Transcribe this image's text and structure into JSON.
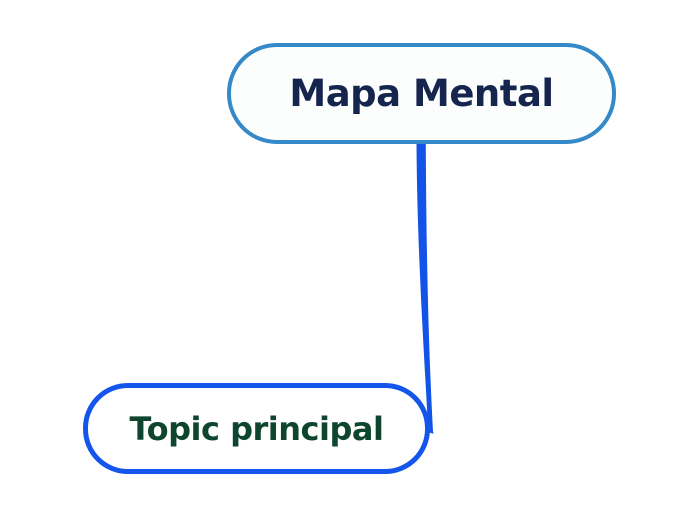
{
  "canvas": {
    "background_color": "#FFFFFF"
  },
  "nodes": {
    "root": {
      "label": "Mapa Mental",
      "text_color": "#16254E",
      "border_color": "#3589C8",
      "fill_color": "#FBFEFD"
    },
    "main_topic": {
      "label": "Topic principal",
      "text_color": "#0D452E",
      "border_color": "#1455EB",
      "fill_color": "#FFFFFF"
    }
  },
  "connector": {
    "from": "root",
    "to": "main_topic",
    "color": "#1353E8"
  }
}
